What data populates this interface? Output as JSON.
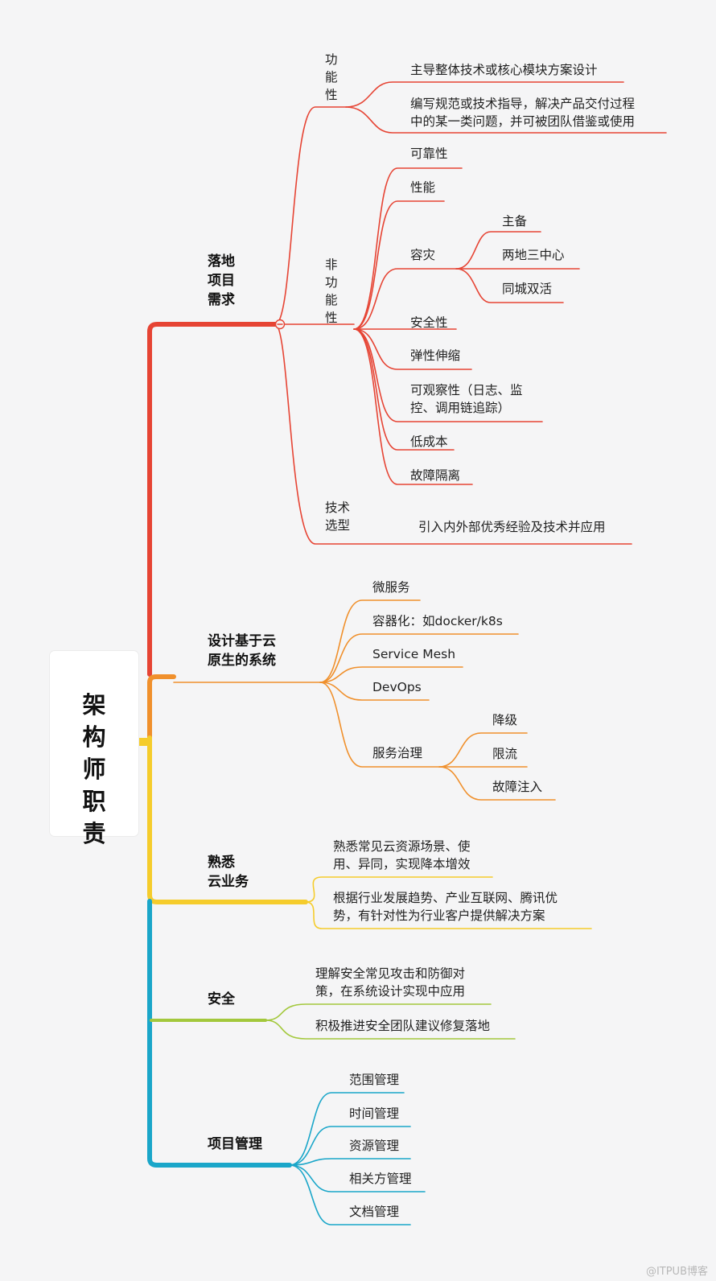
{
  "root": "架\n构\n师\n职\n责",
  "colors": {
    "red": "#e64434",
    "orange": "#f0902c",
    "yellow": "#f5cc2c",
    "green": "#a3c83c",
    "teal": "#1aa6c9"
  },
  "branches": {
    "landing": {
      "title": "落地\n项目\n需求",
      "functional": {
        "title": "功\n能\n性",
        "items": [
          "主导整体技术或核心模块方案设计",
          "编写规范或技术指导，解决产品交付过程\n中的某一类问题，并可被团队借鉴或使用"
        ]
      },
      "nonfunctional": {
        "title": "非\n功\n能\n性",
        "items": [
          "可靠性",
          "性能",
          "容灾",
          "安全性",
          "弹性伸缩",
          "可观察性（日志、监\n控、调用链追踪）",
          "低成本",
          "故障隔离"
        ],
        "dr_items": [
          "主备",
          "两地三中心",
          "同城双活"
        ]
      },
      "tech": {
        "title": "技术\n选型",
        "items": [
          "引入内外部优秀经验及技术并应用"
        ]
      }
    },
    "cloudnative": {
      "title": "设计基于云\n原生的系统",
      "items": [
        "微服务",
        "容器化：如docker/k8s",
        "Service Mesh",
        "DevOps",
        "服务治理"
      ],
      "governance": [
        "降级",
        "限流",
        "故障注入"
      ]
    },
    "cloudbiz": {
      "title": "熟悉\n云业务",
      "items": [
        "熟悉常见云资源场景、使\n用、异同，实现降本增效",
        "根据行业发展趋势、产业互联网、腾讯优\n势，有针对性为行业客户提供解决方案"
      ]
    },
    "security": {
      "title": "安全",
      "items": [
        "理解安全常见攻击和防御对\n策，在系统设计实现中应用",
        "积极推进安全团队建议修复落地"
      ]
    },
    "pm": {
      "title": "项目管理",
      "items": [
        "范围管理",
        "时间管理",
        "资源管理",
        "相关方管理",
        "文档管理"
      ]
    }
  },
  "watermark": "@ITPUB博客"
}
